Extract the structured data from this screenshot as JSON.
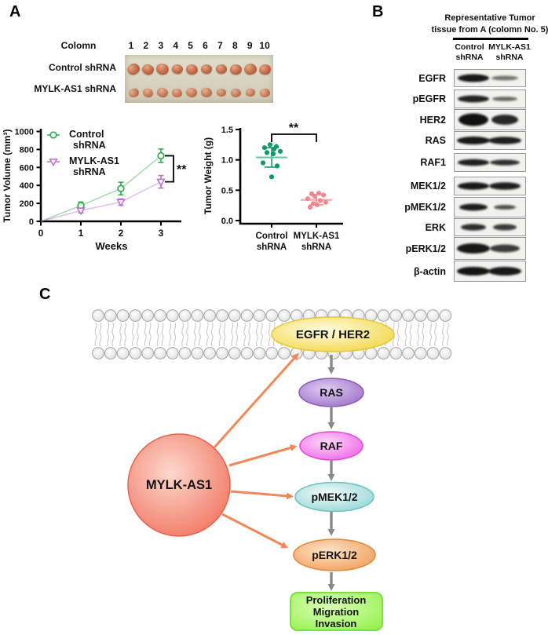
{
  "panel_a": {
    "label": "A",
    "column_header": "Colomn",
    "columns": [
      "1",
      "2",
      "3",
      "4",
      "5",
      "6",
      "7",
      "8",
      "9",
      "10"
    ],
    "row_labels": [
      "Control shRNA",
      "MYLK-AS1 shRNA"
    ]
  },
  "chart_data": [
    {
      "type": "line",
      "title": "",
      "xlabel": "Weeks",
      "ylabel": "Tumor Volume (mm³)",
      "x": [
        0,
        1,
        2,
        3
      ],
      "xticks": [
        0,
        1,
        2,
        3
      ],
      "yticks": [
        0,
        200,
        400,
        600,
        800,
        1000
      ],
      "ylim": [
        0,
        1000
      ],
      "xlim": [
        0,
        3.4
      ],
      "grid": false,
      "legend_position": "top-left-inside",
      "series": [
        {
          "name": "Control shRNA",
          "legend_lines": [
            "Control",
            "shRNA"
          ],
          "marker": "circle-open",
          "color": "#2fae4d",
          "values": [
            0,
            175,
            365,
            730
          ],
          "errors": [
            0,
            40,
            70,
            75
          ]
        },
        {
          "name": "MYLK-AS1 shRNA",
          "legend_lines": [
            "MYLK-AS1",
            "shRNA"
          ],
          "marker": "triangle-down-open",
          "color": "#c26fd4",
          "values": [
            0,
            120,
            215,
            440
          ],
          "errors": [
            0,
            25,
            35,
            70
          ]
        }
      ],
      "significance": "**",
      "significance_between": [
        "Control shRNA week 3",
        "MYLK-AS1 shRNA week 3"
      ]
    },
    {
      "type": "scatter",
      "title": "",
      "ylabel": "Tumor Weight (g)",
      "yticks": [
        "0.0",
        "0.5",
        "1.0",
        "1.5"
      ],
      "ylim": [
        0,
        1.5
      ],
      "grid": false,
      "categories": [
        "Control shRNA",
        "MYLK-AS1 shRNA"
      ],
      "groups": [
        {
          "name": "Control shRNA",
          "label_lines": [
            "Control",
            "shRNA"
          ],
          "color": "#109a68",
          "mean_color": "#6cc7a4",
          "values": [
            1.25,
            1.22,
            1.2,
            1.18,
            1.14,
            1.12,
            1.1,
            0.95,
            0.9,
            0.72
          ],
          "mean": 1.04,
          "sd_low": 0.88,
          "sd_high": 1.2
        },
        {
          "name": "MYLK-AS1 shRNA",
          "label_lines": [
            "MYLK-AS1",
            "shRNA"
          ],
          "color": "#f4868e",
          "mean_color": "#f5a3a9",
          "values": [
            0.45,
            0.44,
            0.42,
            0.4,
            0.36,
            0.33,
            0.3,
            0.28,
            0.26,
            0.22
          ],
          "mean": 0.34,
          "sd_low": 0.26,
          "sd_high": 0.43
        }
      ],
      "significance": "**"
    }
  ],
  "panel_b": {
    "label": "B",
    "title_lines": [
      "Representative Tumor",
      "tissue from A (colomn No. 5)"
    ],
    "columns": [
      [
        "Control",
        "shRNA"
      ],
      [
        "MYLK-AS1",
        "shRNA"
      ]
    ],
    "blots": [
      {
        "label": "EGFR",
        "lanes": [
          {
            "rx": 20,
            "ry": 5,
            "o": 0.95
          },
          {
            "rx": 17,
            "ry": 3,
            "o": 0.55
          }
        ]
      },
      {
        "label": "pEGFR",
        "lanes": [
          {
            "rx": 20,
            "ry": 4.5,
            "o": 0.9
          },
          {
            "rx": 16,
            "ry": 2.8,
            "o": 0.6
          }
        ]
      },
      {
        "label": "HER2",
        "lanes": [
          {
            "rx": 19,
            "ry": 8,
            "o": 0.98
          },
          {
            "rx": 17,
            "ry": 6.5,
            "o": 0.88
          }
        ]
      },
      {
        "label": "RAS",
        "lanes": [
          {
            "rx": 21,
            "ry": 5,
            "o": 0.95
          },
          {
            "rx": 21,
            "ry": 4.8,
            "o": 0.92
          }
        ]
      },
      {
        "label": "RAF1",
        "lanes": [
          {
            "rx": 20,
            "ry": 4.2,
            "o": 0.92
          },
          {
            "rx": 19,
            "ry": 3.6,
            "o": 0.85
          }
        ]
      },
      {
        "label": "MEK1/2",
        "lanes": [
          {
            "rx": 20,
            "ry": 4.8,
            "o": 0.95
          },
          {
            "rx": 20,
            "ry": 4.8,
            "o": 0.92
          }
        ]
      },
      {
        "label": "pMEK1/2",
        "lanes": [
          {
            "rx": 18,
            "ry": 4.5,
            "o": 0.92
          },
          {
            "rx": 14,
            "ry": 3,
            "o": 0.7
          }
        ]
      },
      {
        "label": "ERK",
        "lanes": [
          {
            "rx": 16,
            "ry": 4.2,
            "o": 0.85
          },
          {
            "rx": 15,
            "ry": 4,
            "o": 0.8
          }
        ]
      },
      {
        "label": "pERK1/2",
        "lanes": [
          {
            "rx": 21,
            "ry": 6.5,
            "o": 0.95
          },
          {
            "rx": 19,
            "ry": 5,
            "o": 0.8
          }
        ]
      },
      {
        "label": "β-actin",
        "lanes": [
          {
            "rx": 21,
            "ry": 5.5,
            "o": 0.97
          },
          {
            "rx": 21,
            "ry": 5.5,
            "o": 0.95
          }
        ]
      }
    ]
  },
  "diagram": {
    "label": "C",
    "nodes": {
      "receptor": {
        "label": "EGFR / HER2"
      },
      "ras": {
        "label": "RAS"
      },
      "raf": {
        "label": "RAF"
      },
      "pmek": {
        "label": "pMEK1/2"
      },
      "perk": {
        "label": "pERK1/2"
      },
      "mylk": {
        "label": "MYLK-AS1"
      },
      "outcome": {
        "lines": [
          "Proliferation",
          "Migration",
          "Invasion"
        ]
      }
    },
    "edges": [
      "EGFR/HER2 -> RAS",
      "RAS -> RAF",
      "RAF -> pMEK1/2",
      "pMEK1/2 -> pERK1/2",
      "pERK1/2 -> Proliferation Migration Invasion",
      "MYLK-AS1 -> EGFR/HER2",
      "MYLK-AS1 -> RAF",
      "MYLK-AS1 -> pMEK1/2",
      "MYLK-AS1 -> pERK1/2"
    ],
    "colors": {
      "nodes": {
        "receptor": {
          "center": "#fefce4",
          "edge": "#f2d53e",
          "stroke": "#e4c738"
        },
        "ras": {
          "center": "#dfccf2",
          "edge": "#9b6cc8",
          "stroke": "#8a5bb8"
        },
        "raf": {
          "center": "#fbd9f7",
          "edge": "#ef5fe8",
          "stroke": "#de4cd6"
        },
        "pmek": {
          "center": "#f2fbfa",
          "edge": "#8ed5d5",
          "stroke": "#6fbfbf"
        },
        "perk": {
          "center": "#fbe4c9",
          "edge": "#f19b54",
          "stroke": "#e2873e"
        },
        "mylk": {
          "center": "#fcd8cd",
          "edge": "#f1705b",
          "stroke": "#e8614d"
        },
        "outcome": {
          "center": "#dafcb6",
          "edge": "#97f251",
          "stroke": "#77e23a"
        },
        "head": {
          "center": "#fdfdfd",
          "edge": "#dcdcdc",
          "stroke": "#a6a6a6"
        }
      },
      "arrow_gray": "#8a8a8a",
      "arrow_orange": "#f0885a"
    }
  }
}
